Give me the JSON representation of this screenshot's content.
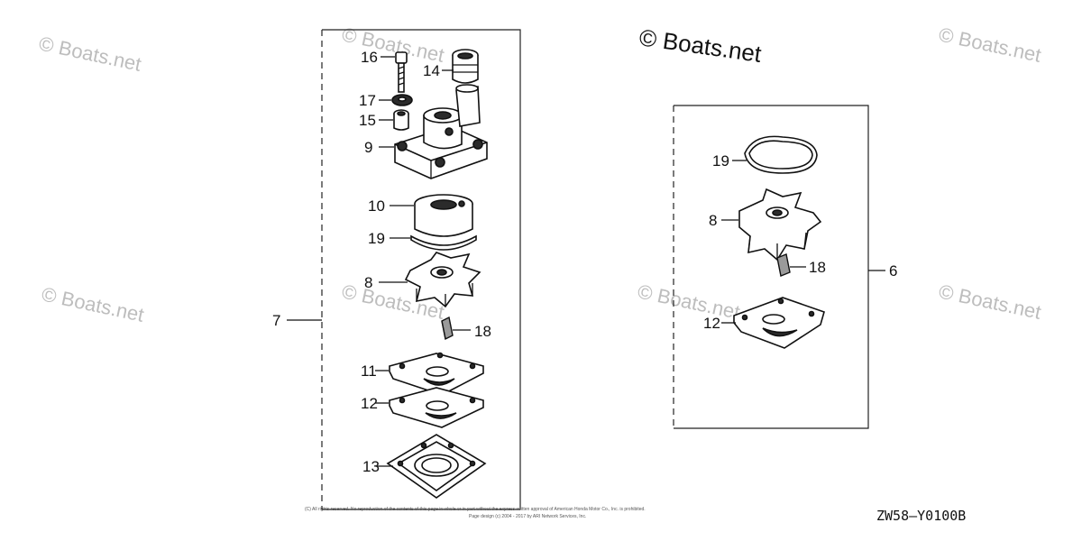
{
  "watermarks": {
    "main": "© Boats.net",
    "faint": "© Boats.net"
  },
  "diagram_code": "ZW58—Y0100B",
  "footer": {
    "copyright_line": "(C) All rights reserved. No reproduction of the contents of this page in whole or in part without the express written approval of American Honda Motor Co., Inc. is prohibited.",
    "design_line": "Page design (c) 2004 - 2017 by ARI Network Services, Inc."
  },
  "left_assembly": {
    "assembly_label": "7",
    "parts": [
      {
        "ref": "16"
      },
      {
        "ref": "14"
      },
      {
        "ref": "17"
      },
      {
        "ref": "15"
      },
      {
        "ref": "9"
      },
      {
        "ref": "10"
      },
      {
        "ref": "19"
      },
      {
        "ref": "8"
      },
      {
        "ref": "18"
      },
      {
        "ref": "11"
      },
      {
        "ref": "12"
      },
      {
        "ref": "13"
      }
    ]
  },
  "right_assembly": {
    "assembly_label": "6",
    "parts": [
      {
        "ref": "19"
      },
      {
        "ref": "8"
      },
      {
        "ref": "18"
      },
      {
        "ref": "12"
      }
    ]
  }
}
